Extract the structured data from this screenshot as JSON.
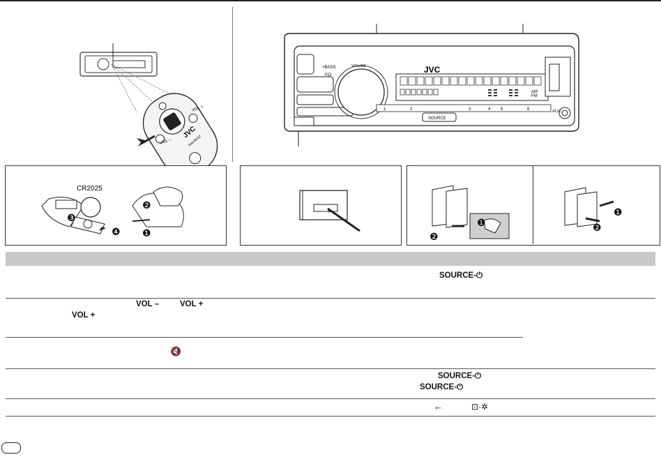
{
  "radio": {
    "brand": "JVC",
    "volume_label": "VOLUME",
    "bass_label": "+BASS",
    "pd_label": "P.D",
    "source_label": "SOURCE",
    "aux_label": "AUX",
    "preset_labels": [
      "1",
      "2",
      "3",
      "4",
      "5",
      "6"
    ],
    "indicator_am": "AM",
    "indicator_fm": "FM"
  },
  "remote": {
    "model_label": "RM-RK52",
    "brand": "JVC",
    "vol_minus": "VOL –",
    "vol_plus": "VOL +"
  },
  "battery": {
    "type_label": "CR2025",
    "steps": [
      "❶",
      "❷",
      "❸",
      "❹"
    ]
  },
  "labels": {
    "source_power": "SOURCE-⏻",
    "vol_minus": "VOL –",
    "vol_plus": "VOL +",
    "mute_icon": "🔇",
    "back_arrow": "←",
    "display_settings": "⊡·✲"
  },
  "icons": [
    "mute-icon",
    "power-icon",
    "back-arrow-icon",
    "display-settings-icon",
    "pointer-arrow-icon",
    "finger-icon",
    "page-badge-icon"
  ],
  "colors": {
    "section_bar": "#c8c8c8",
    "rule": "#222222",
    "step_fill": "#111111"
  }
}
